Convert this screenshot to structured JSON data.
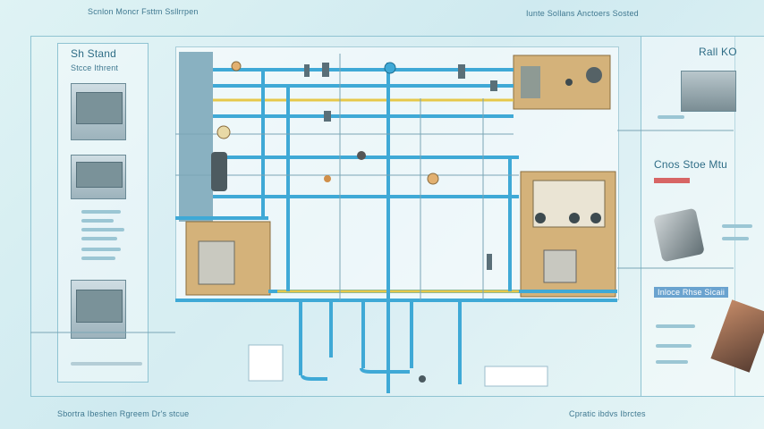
{
  "colors": {
    "pipe_blue": "#3fa9d6",
    "pipe_yellow": "#e6c84a",
    "frame": "#7fb3c5",
    "box_tan": "#d4b27a",
    "background": "#d9f0f2"
  },
  "header": {
    "left_caption": "Scnlon Moncr Fsttm Ssllrrpen",
    "right_caption": "Iunte Sollans Anctoers Sosted"
  },
  "left_panel": {
    "title": "Sh Stand",
    "subtitle": "Stcce Ithrent"
  },
  "right_panel": {
    "top_title": "Rall KO",
    "mid_title": "Cnos Stoe Mtu",
    "bottom_title": "Inloce Rhse Sicaii"
  },
  "footer": {
    "left_caption": "Sbortra Ibeshen Rgreem Dr's stcue",
    "right_caption": "Cpratic ibdvs Ibrctes"
  },
  "icons": [
    "valve-icon",
    "pump-icon",
    "gauge-icon",
    "tank-icon",
    "control-panel-icon",
    "filter-icon"
  ]
}
